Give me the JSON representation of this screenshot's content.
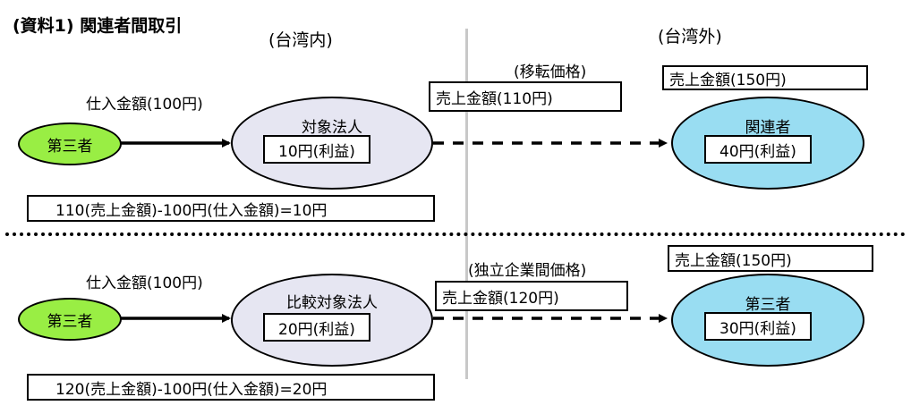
{
  "title": "(資料1) 関連者間取引",
  "regions": {
    "domestic": "(台湾内)",
    "foreign": "(台湾外)"
  },
  "top": {
    "purchase_label": "仕入金額(100円)",
    "third_party": "第三者",
    "subject_entity": "対象法人",
    "subject_profit": "10円(利益)",
    "price_type": "(移転価格)",
    "sale_box": "売上金額(110円)",
    "related_party": "関連者",
    "related_profit": "40円(利益)",
    "related_sale": "売上金額(150円)",
    "formula": "110(売上金額)-100円(仕入金額)=10円"
  },
  "bottom": {
    "purchase_label": "仕入金額(100円)",
    "third_party": "第三者",
    "comparison_entity": "比較対象法人",
    "comparison_profit": "20円(利益)",
    "price_type": "(独立企業間価格)",
    "sale_box": "売上金額(120円)",
    "third_party_right": "第三者",
    "third_party_profit": "30円(利益)",
    "third_party_sale": "売上金額(150円)",
    "formula": "120(売上金額)-100円(仕入金額)=20円"
  },
  "colors": {
    "third_party_fill": "#99ee44",
    "subject_fill": "#e6e6f2",
    "foreign_fill": "#99ddf2",
    "divider": "#c8c8c8"
  }
}
